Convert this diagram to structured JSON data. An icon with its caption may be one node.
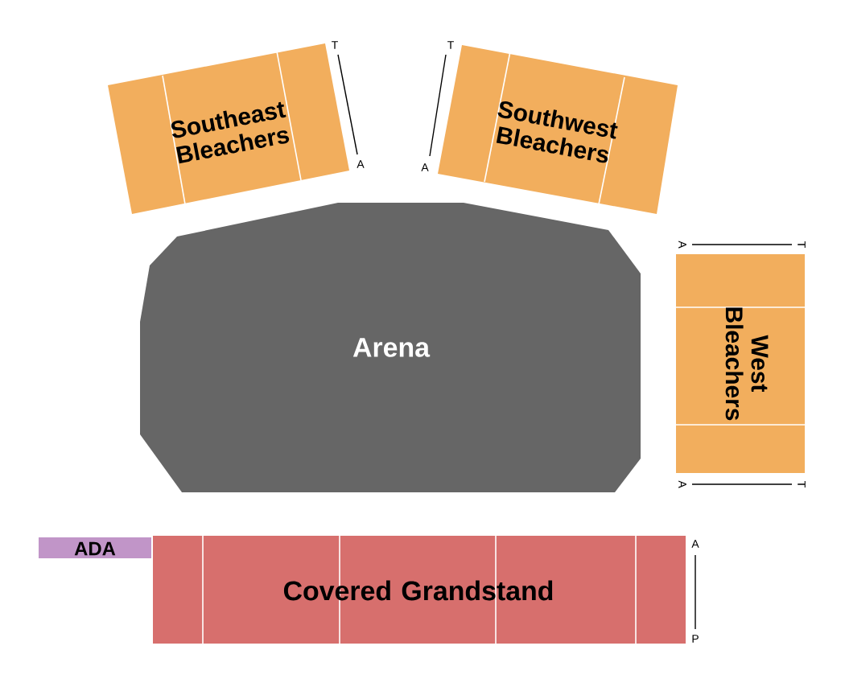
{
  "diagram": {
    "nodes": [
      {
        "text": [
          "Southeast Bleachers"
        ]
      },
      {
        "text": [
          "Southwest Bleachers"
        ]
      },
      {
        "text": [
          "Arena"
        ]
      },
      {
        "text": [
          "West Bleachers"
        ]
      },
      {
        "text": [
          "ADA"
        ]
      },
      {
        "text": [
          "Covered Grandstand"
        ]
      }
    ],
    "labels": [
      "T",
      "T",
      "A",
      "A",
      "A",
      "T",
      "A",
      "T",
      "A",
      "P"
    ]
  }
}
